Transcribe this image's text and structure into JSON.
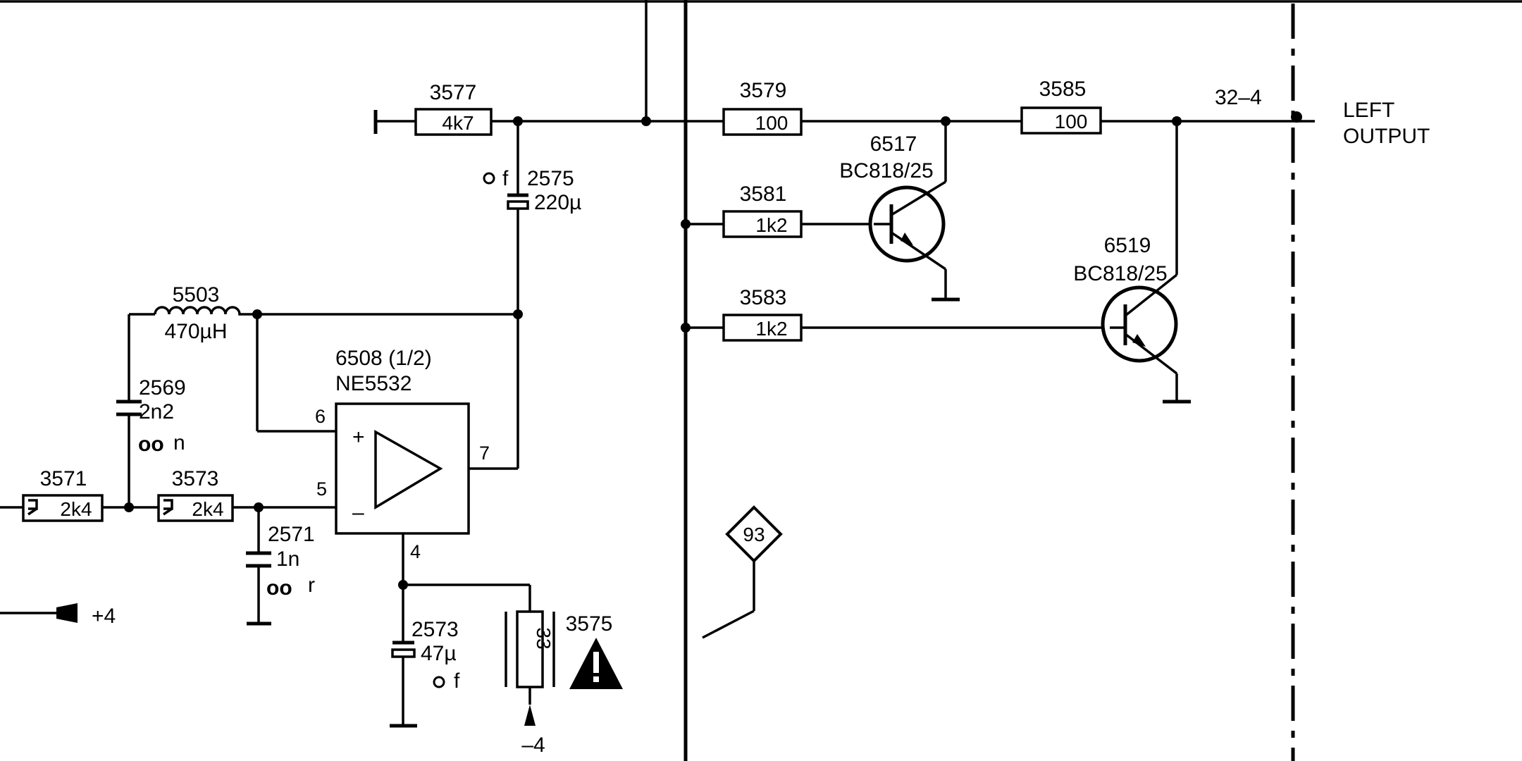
{
  "colors": {
    "ink": "#000000",
    "paper": "#ffffff"
  },
  "resistors": [
    {
      "ref": "3577",
      "value": "4k7"
    },
    {
      "ref": "3579",
      "value": "100"
    },
    {
      "ref": "3585",
      "value": "100"
    },
    {
      "ref": "3581",
      "value": "1k2"
    },
    {
      "ref": "3583",
      "value": "1k2"
    },
    {
      "ref": "3571",
      "value": "2k4"
    },
    {
      "ref": "3573",
      "value": "2k4"
    },
    {
      "ref": "3575",
      "value": "33"
    }
  ],
  "capacitors": [
    {
      "ref": "2575",
      "value": "220µ",
      "note": "f"
    },
    {
      "ref": "2569",
      "value": "2n2",
      "note": "n"
    },
    {
      "ref": "2571",
      "value": "1n",
      "note": "r"
    },
    {
      "ref": "2573",
      "value": "47µ",
      "note": "f"
    }
  ],
  "inductor": {
    "ref": "5503",
    "value": "470µH"
  },
  "opamp": {
    "ref": "6508 (1/2)",
    "part": "NE5532",
    "plus": "+",
    "minus": "–",
    "pins": {
      "p6": "6",
      "p5": "5",
      "p7": "7",
      "p4": "4"
    }
  },
  "transistors": [
    {
      "ref": "6517",
      "part": "BC818/25"
    },
    {
      "ref": "6519",
      "part": "BC818/25"
    }
  ],
  "connector": "32–4",
  "output_label": [
    "LEFT",
    "OUTPUT"
  ],
  "marker": "93",
  "supplies": {
    "plus": "+4",
    "minus": "–4"
  },
  "icons": [
    "warning-icon",
    "ground-symbol",
    "diamond-marker",
    "resistor-symbol",
    "capacitor-symbol",
    "inductor-symbol",
    "opamp-symbol",
    "npn-transistor-symbol"
  ]
}
